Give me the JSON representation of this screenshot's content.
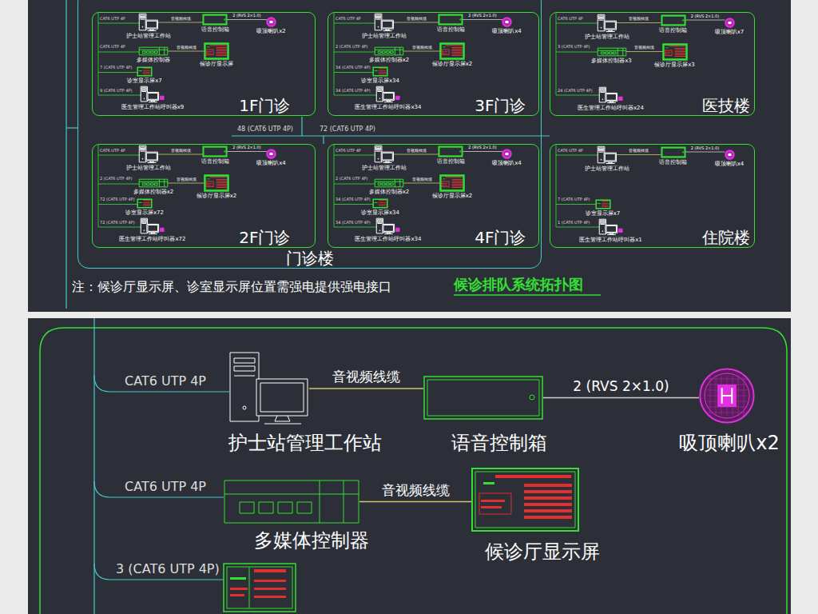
{
  "diagram": {
    "title": "候诊排队系统拓扑图",
    "nodes": [
      {
        "text": [
          "门诊楼"
        ]
      },
      {
        "text": [
          "1F门诊"
        ],
        "in": 0
      },
      {
        "text": [
          "护士站管理工作站"
        ],
        "in": 1
      },
      {
        "text": [
          "语音控制箱"
        ],
        "in": 1
      },
      {
        "text": [
          "吸顶喇叭x2"
        ],
        "in": 1
      },
      {
        "text": [
          "多媒体控制器"
        ],
        "in": 1
      },
      {
        "text": [
          "候诊厅显示屏"
        ],
        "in": 1
      },
      {
        "text": [
          "诊室显示屏x7"
        ],
        "in": 1
      },
      {
        "text": [
          "医生管理工作站呼叫器x9"
        ],
        "in": 1
      },
      {
        "text": [
          "3F门诊"
        ],
        "in": 0
      },
      {
        "text": [
          "护士站管理工作站"
        ],
        "in": 9
      },
      {
        "text": [
          "语音控制箱"
        ],
        "in": 9
      },
      {
        "text": [
          "吸顶喇叭x4"
        ],
        "in": 9
      },
      {
        "text": [
          "多媒体控制器x2"
        ],
        "in": 9
      },
      {
        "text": [
          "候诊厅显示屏x2"
        ],
        "in": 9
      },
      {
        "text": [
          "诊室显示屏x34"
        ],
        "in": 9
      },
      {
        "text": [
          "医生管理工作站呼叫器x34"
        ],
        "in": 9
      },
      {
        "text": [
          "2F门诊"
        ],
        "in": 0
      },
      {
        "text": [
          "护士站管理工作站"
        ],
        "in": 17
      },
      {
        "text": [
          "语音控制箱"
        ],
        "in": 17
      },
      {
        "text": [
          "吸顶喇叭x4"
        ],
        "in": 17
      },
      {
        "text": [
          "多媒体控制器x2"
        ],
        "in": 17
      },
      {
        "text": [
          "候诊厅显示屏x2"
        ],
        "in": 17
      },
      {
        "text": [
          "诊室显示屏x72"
        ],
        "in": 17
      },
      {
        "text": [
          "医生管理工作站呼叫器x72"
        ],
        "in": 17
      },
      {
        "text": [
          "4F门诊"
        ],
        "in": 0
      },
      {
        "text": [
          "护士站管理工作站"
        ],
        "in": 25
      },
      {
        "text": [
          "语音控制箱"
        ],
        "in": 25
      },
      {
        "text": [
          "吸顶喇叭x4"
        ],
        "in": 25
      },
      {
        "text": [
          "多媒体控制器x2"
        ],
        "in": 25
      },
      {
        "text": [
          "候诊厅显示屏x2"
        ],
        "in": 25
      },
      {
        "text": [
          "诊室显示屏x34"
        ],
        "in": 25
      },
      {
        "text": [
          "医生管理工作站呼叫器x34"
        ],
        "in": 25
      },
      {
        "text": [
          "医技楼"
        ]
      },
      {
        "text": [
          "护士站管理工作站"
        ],
        "in": 33
      },
      {
        "text": [
          "语音控制箱"
        ],
        "in": 33
      },
      {
        "text": [
          "吸顶喇叭x7"
        ],
        "in": 33
      },
      {
        "text": [
          "多媒体控制器x3"
        ],
        "in": 33
      },
      {
        "text": [
          "候诊厅显示屏x3"
        ],
        "in": 33
      },
      {
        "text": [
          "医生管理工作站呼叫器x24"
        ],
        "in": 33
      },
      {
        "text": [
          "住院楼"
        ]
      },
      {
        "text": [
          "护士站管理工作站"
        ],
        "in": 40
      },
      {
        "text": [
          "语音控制箱"
        ],
        "in": 40
      },
      {
        "text": [
          "吸顶喇叭x4"
        ],
        "in": 40
      },
      {
        "text": [
          "诊室显示屏x7"
        ],
        "in": 40
      },
      {
        "text": [
          "医生管理工作站呼叫器x1"
        ],
        "in": 40
      },
      {
        "text": [
          "护士站管理工作站"
        ]
      },
      {
        "text": [
          "语音控制箱"
        ]
      },
      {
        "text": [
          "吸顶喇叭x2"
        ]
      },
      {
        "text": [
          "多媒体控制器"
        ]
      },
      {
        "text": [
          "候诊厅显示屏"
        ]
      }
    ],
    "edges": [
      {
        "from": 2,
        "to": 3,
        "label": "音视频线缆",
        "arrow": "none"
      },
      {
        "from": 3,
        "to": 4,
        "label": "2 (RVS 2×1.0)",
        "arrow": "none"
      },
      {
        "from": 5,
        "to": 6,
        "label": "音视频线缆",
        "arrow": "none"
      },
      {
        "from": 10,
        "to": 11,
        "label": "音视频线缆",
        "arrow": "none"
      },
      {
        "from": 11,
        "to": 12,
        "label": "2 (RVS 2×1.0)",
        "arrow": "none"
      },
      {
        "from": 13,
        "to": 14,
        "label": "音视频线缆",
        "arrow": "none"
      },
      {
        "from": 18,
        "to": 19,
        "label": "音视频线缆",
        "arrow": "none"
      },
      {
        "from": 19,
        "to": 20,
        "label": "2 (RVS 2×1.0)",
        "arrow": "none"
      },
      {
        "from": 21,
        "to": 22,
        "label": "音视频线缆",
        "arrow": "none"
      },
      {
        "from": 26,
        "to": 27,
        "label": "音视频线缆",
        "arrow": "none"
      },
      {
        "from": 27,
        "to": 28,
        "label": "2 (RVS 2×1.0)",
        "arrow": "none"
      },
      {
        "from": 29,
        "to": 30,
        "label": "音视频线缆",
        "arrow": "none"
      },
      {
        "from": 34,
        "to": 35,
        "label": "音视频线缆",
        "arrow": "none"
      },
      {
        "from": 35,
        "to": 36,
        "label": "2 (RVS 2×1.0)",
        "arrow": "none"
      },
      {
        "from": 37,
        "to": 38,
        "label": "音视频线缆",
        "arrow": "none"
      },
      {
        "from": 41,
        "to": 42,
        "label": "音视频线缆",
        "arrow": "none"
      },
      {
        "from": 42,
        "to": 43,
        "label": "2 (RVS 2×1.0)",
        "arrow": "none"
      },
      {
        "from": 46,
        "to": 47,
        "label": "音视频线缆",
        "arrow": "none"
      },
      {
        "from": 47,
        "to": 48,
        "label": "2 (RVS 2×1.0)",
        "arrow": "none"
      },
      {
        "from": 49,
        "to": 50,
        "label": "音视频线缆",
        "arrow": "none"
      }
    ],
    "labels": [
      "48 (CAT6 UTP 4P)",
      "72 (CAT6 UTP 4P)",
      "注：候诊厅显示屏、诊室显示屏位置需强电提供强电接口",
      "CAT6 UTP 4P",
      "CAT6 UTP 4P",
      "7 (CAT6 UTP 4P)",
      "9 (CAT6 UTP 4P)",
      "CAT6 UTP 4P",
      "2 (CAT6 UTP 4P)",
      "34 (CAT6 UTP 4P)",
      "34 (CAT6 UTP 4P)",
      "CAT6 UTP 4P",
      "2 (CAT6 UTP 4P)",
      "72 (CAT6 UTP 4P)",
      "72 (CAT6 UTP 4P)",
      "CAT6 UTP 4P",
      "2 (CAT6 UTP 4P)",
      "34 (CAT6 UTP 4P)",
      "34 (CAT6 UTP 4P)",
      "CAT6 UTP 4P",
      "3 (CAT6 UTP 4P)",
      "24 (CAT6 UTP 4P)",
      "CAT6 UTP 4P",
      "7 (CAT6 UTP 4P)",
      "1 (CAT6 UTP 4P)",
      "CAT6 UTP 4P",
      "CAT6 UTP 4P",
      "3 (CAT6 UTP 4P)"
    ]
  }
}
